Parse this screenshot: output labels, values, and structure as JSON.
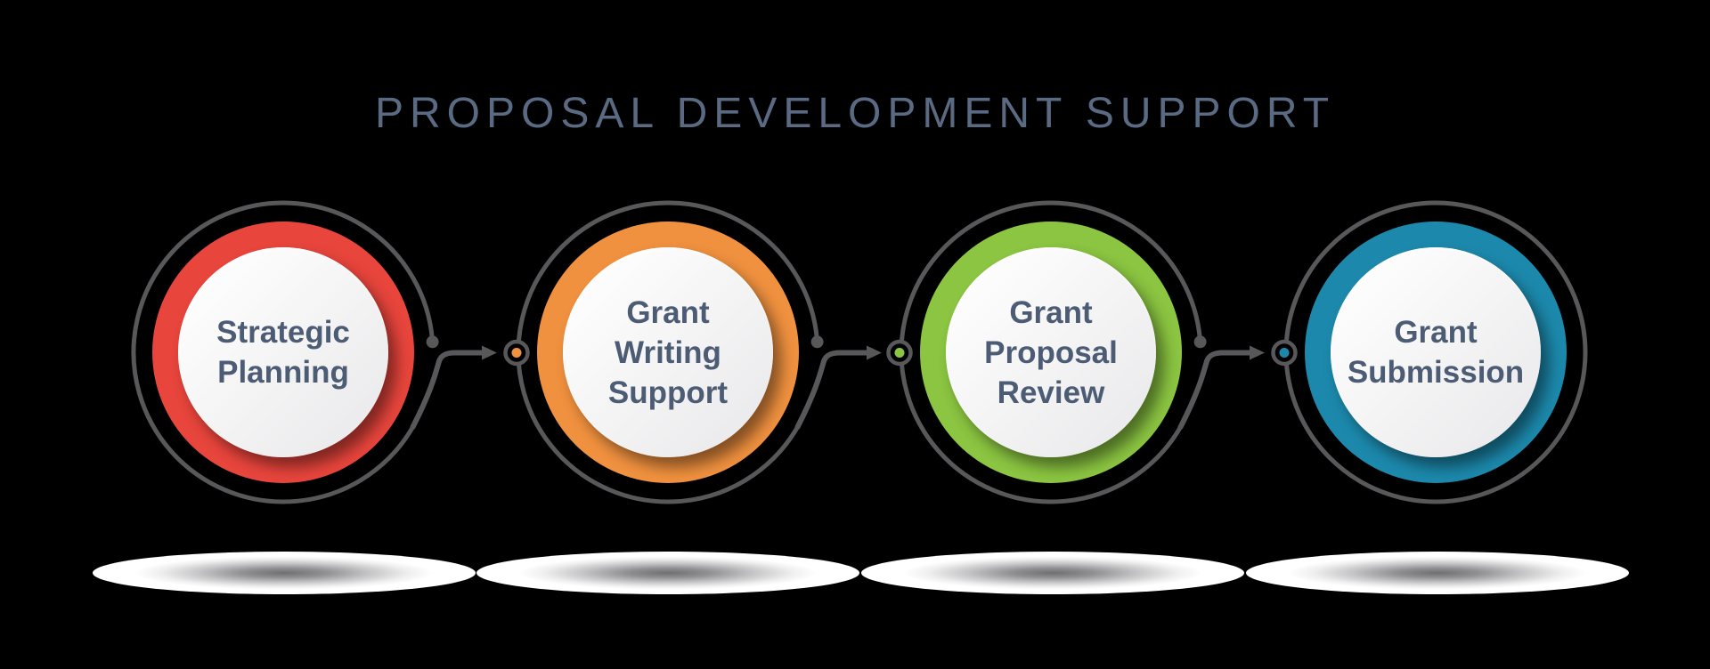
{
  "title": "PROPOSAL DEVELOPMENT SUPPORT",
  "colors": {
    "background": "#000000",
    "connector_gray": "#58585A",
    "title_text": "#5A6A83",
    "circle_text": "#4C5C74",
    "circle_inner_top": "#FFFFFF",
    "circle_inner_bottom": "#E9E9EB"
  },
  "steps": [
    {
      "label": "Strategic Planning",
      "lines": [
        "Strategic",
        "Planning"
      ],
      "color": "#E8453C",
      "color_name": "red"
    },
    {
      "label": "Grant Writing Support",
      "lines": [
        "Grant",
        "Writing",
        "Support"
      ],
      "color": "#F0913F",
      "color_name": "orange"
    },
    {
      "label": "Grant Proposal Review",
      "lines": [
        "Grant",
        "Proposal",
        "Review"
      ],
      "color": "#8BC541",
      "color_name": "green"
    },
    {
      "label": "Grant Submission",
      "lines": [
        "Grant",
        "Submission"
      ],
      "color": "#1C89AC",
      "color_name": "blue"
    }
  ]
}
